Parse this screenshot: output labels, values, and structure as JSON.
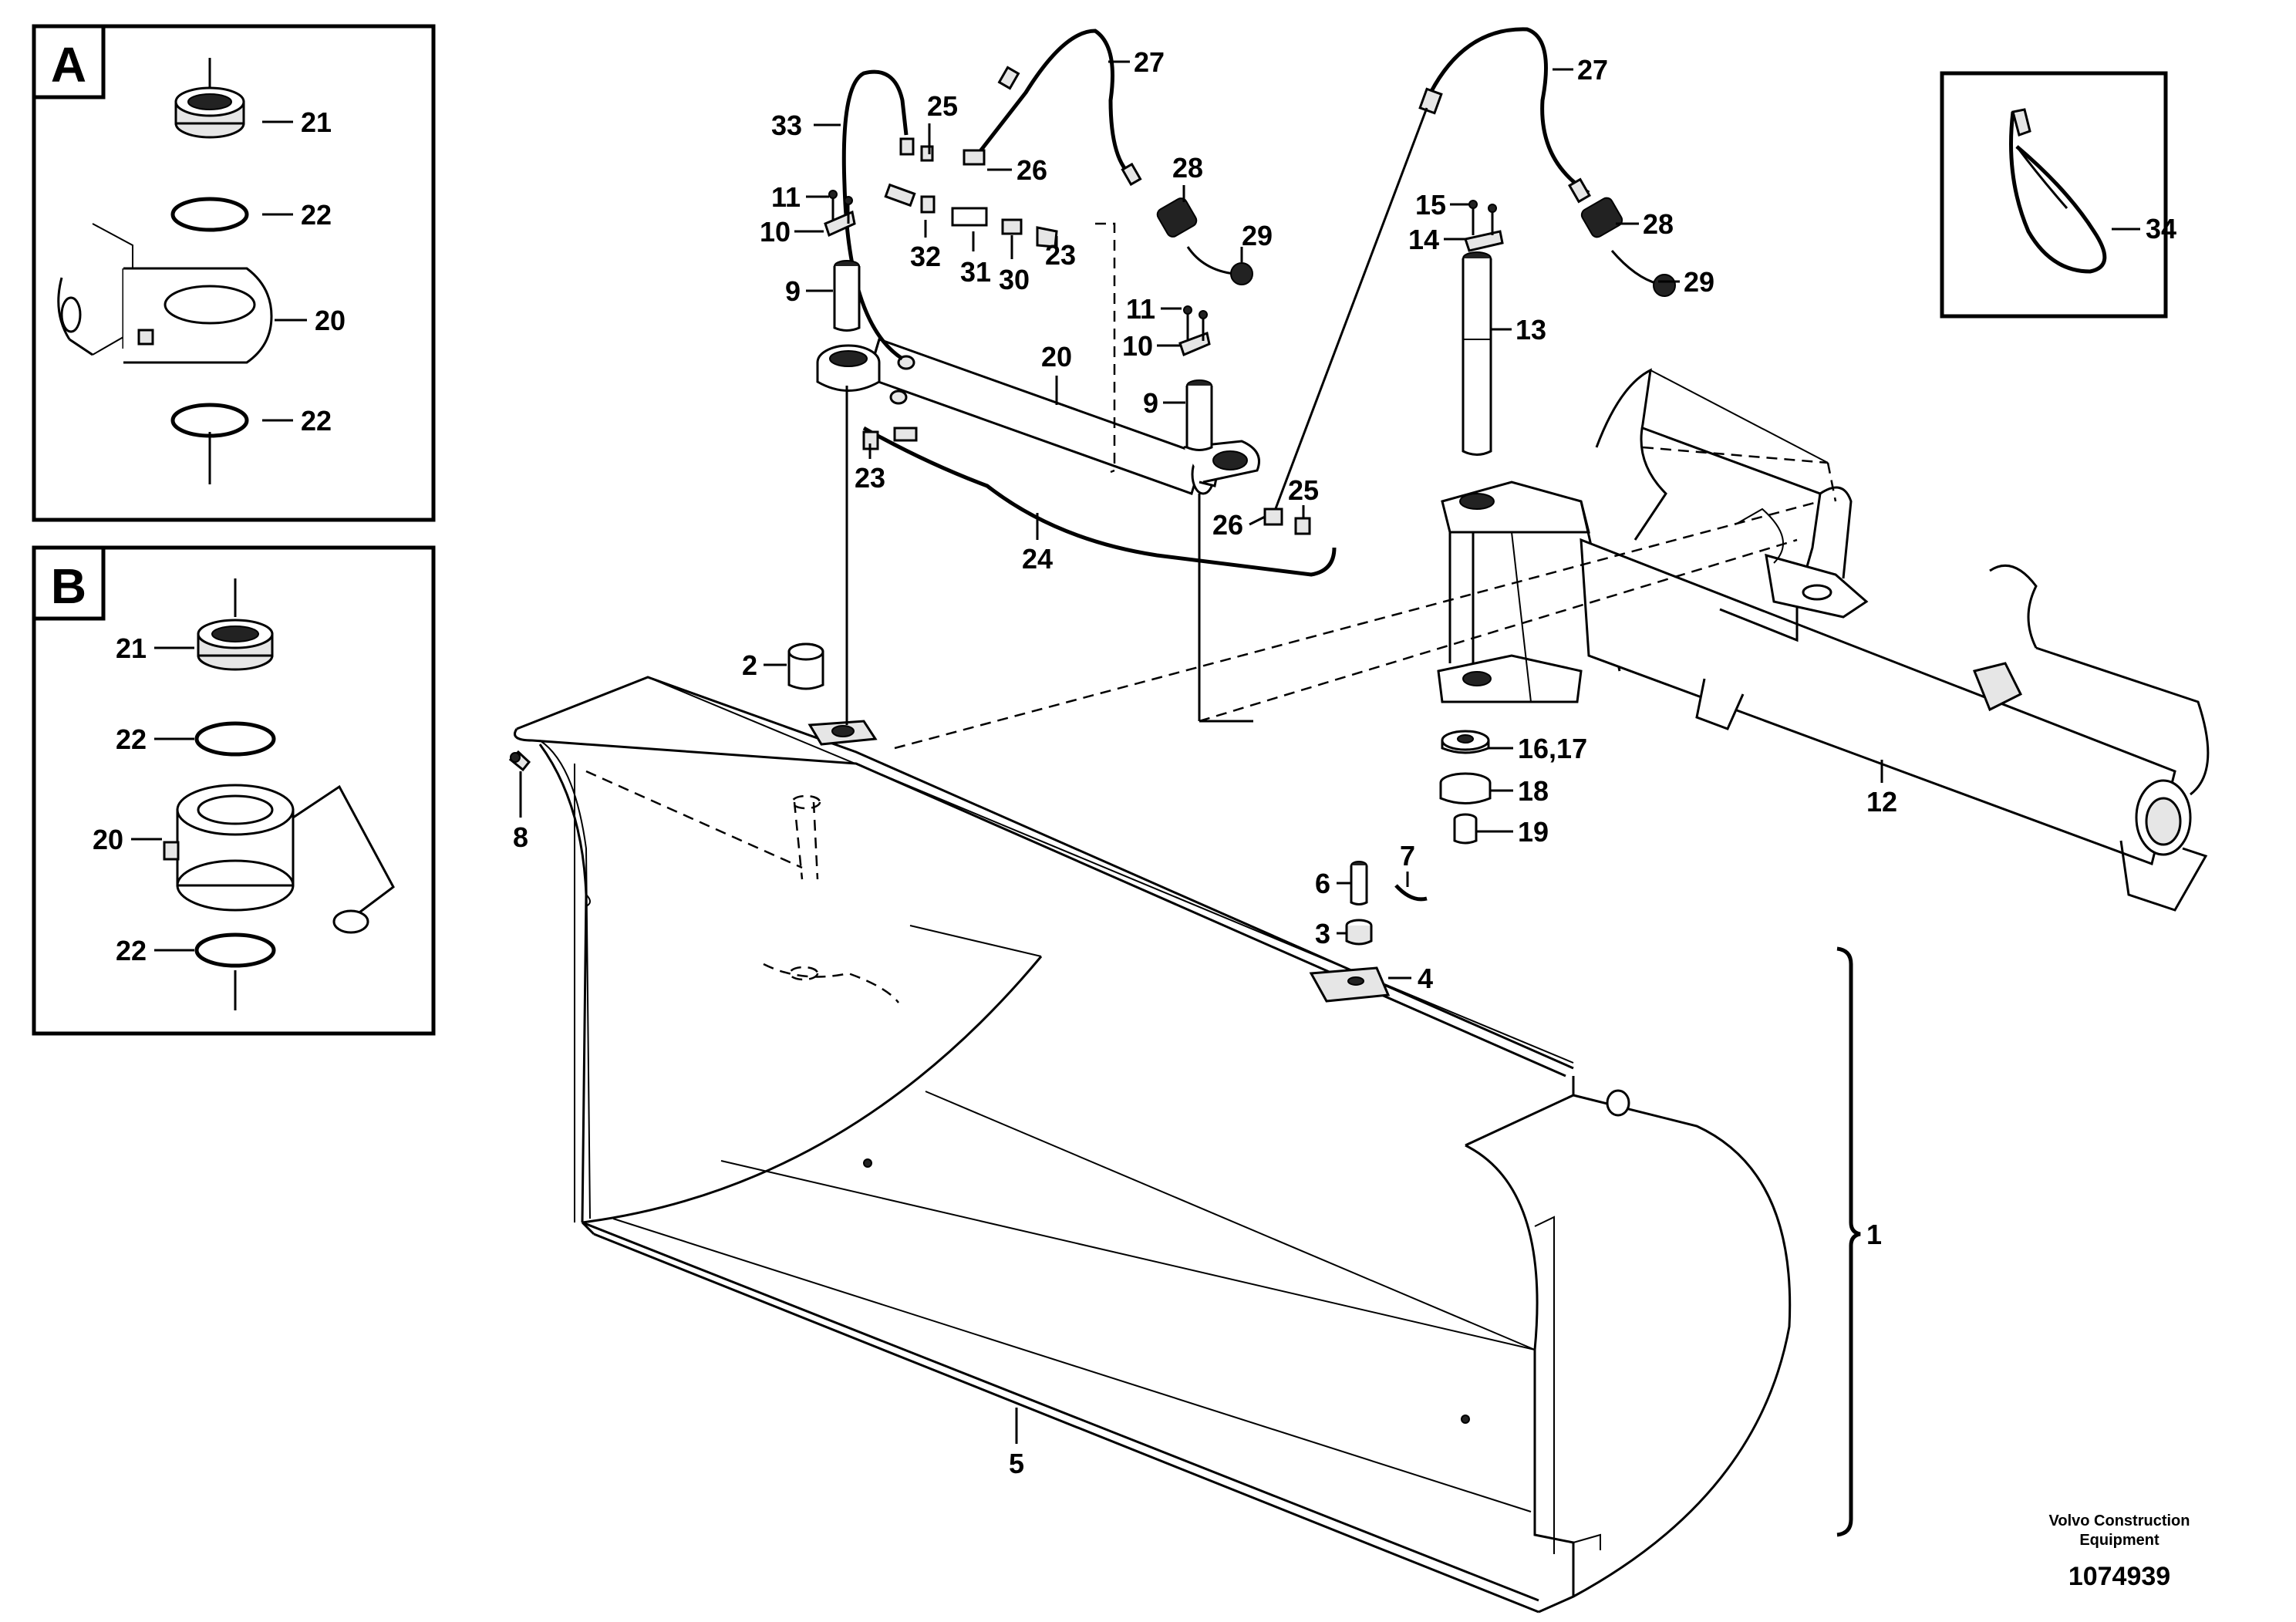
{
  "detail_a": {
    "letter": "A",
    "labels": {
      "p21": "21",
      "p22a": "22",
      "p20": "20",
      "p22b": "22"
    }
  },
  "detail_b": {
    "letter": "B",
    "labels": {
      "p21": "21",
      "p22a": "22",
      "p20": "20",
      "p22b": "22"
    }
  },
  "detail_c": {
    "labels": {
      "p34": "34"
    }
  },
  "callouts": {
    "c27a": "27",
    "c33": "33",
    "c25a": "25",
    "c26a": "26",
    "c11a": "11",
    "c10a": "10",
    "c32": "32",
    "c31": "31",
    "c30": "30",
    "c23a": "23",
    "c28a": "28",
    "c29a": "29",
    "c9a": "9",
    "c20": "20",
    "c11b": "11",
    "c10b": "10",
    "c9b": "9",
    "c23b": "23",
    "c24": "24",
    "c27b": "27",
    "c15": "15",
    "c14": "14",
    "c28b": "28",
    "c29b": "29",
    "c13": "13",
    "c25b": "25",
    "c26b": "26",
    "c2": "2",
    "c8": "8",
    "c1617": "16,17",
    "c18": "18",
    "c19": "19",
    "c12": "12",
    "c7": "7",
    "c6": "6",
    "c3": "3",
    "c4": "4",
    "c1": "1",
    "c5": "5"
  },
  "footer": {
    "brand_line1": "Volvo Construction",
    "brand_line2": "Equipment",
    "doc_number": "1074939"
  }
}
